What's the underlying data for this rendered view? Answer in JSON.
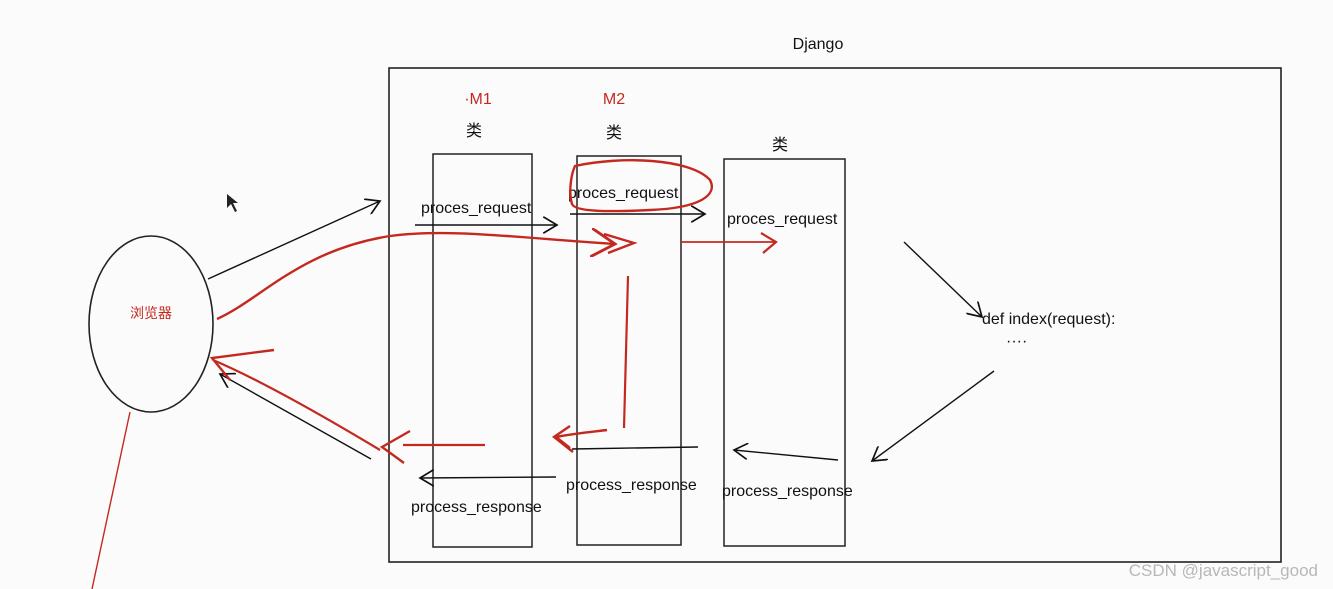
{
  "diagram": {
    "container_title": "Django",
    "browser_label": "浏览器",
    "middleware": [
      {
        "name": "·M1",
        "kind": "类",
        "request_label": "proces_request",
        "response_label": "process_response"
      },
      {
        "name": "M2",
        "kind": "类",
        "request_label": "proces_request",
        "response_label": "process_response"
      },
      {
        "name": "",
        "kind": "类",
        "request_label": "proces_request",
        "response_label": "process_response"
      }
    ],
    "view": {
      "signature": "def index(request):",
      "body": "····"
    }
  },
  "watermark": "CSDN @javascript_good",
  "colors": {
    "ink": "#111111",
    "red": "#c4291f",
    "watermark": "#b8b8b8"
  }
}
